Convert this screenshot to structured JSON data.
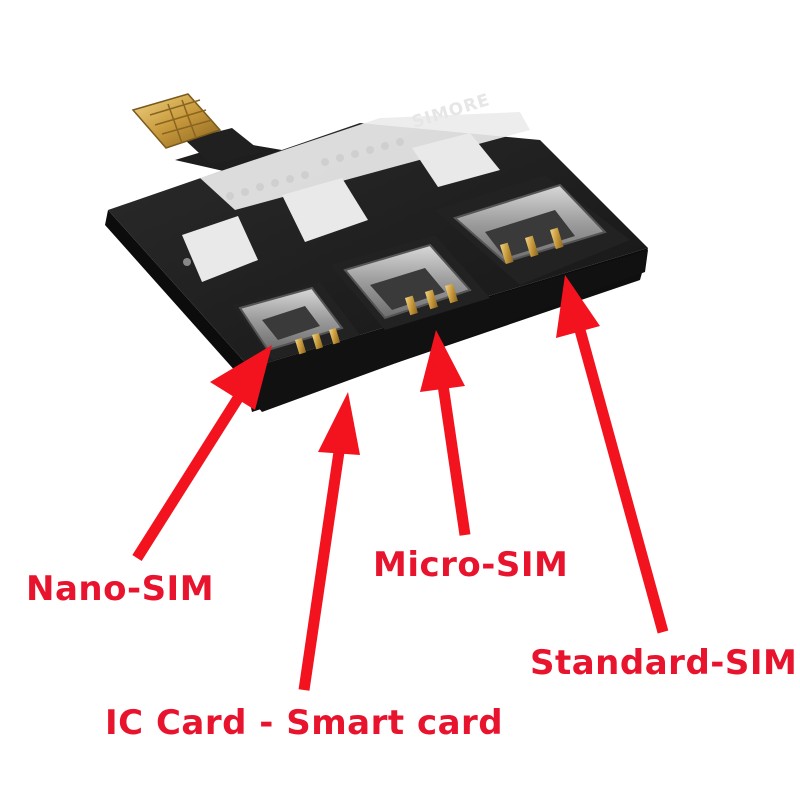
{
  "labels": {
    "nano": "Nano-SIM",
    "micro": "Micro-SIM",
    "standard": "Standard-SIM",
    "ic": "IC Card - Smart card"
  },
  "brand": "SIMORE",
  "colors": {
    "arrow": "#f2131f",
    "label": "#e8142d",
    "board": "#1d1d1d",
    "pad": "#e9e9e9",
    "slot_metal": "#9a9a9a",
    "contact_gold": "#c8a35a"
  }
}
